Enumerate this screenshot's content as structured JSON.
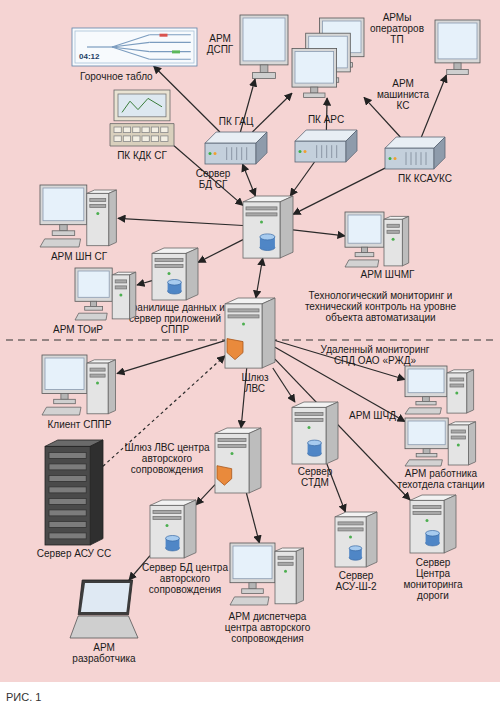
{
  "diagram": {
    "caption": "РИС. 1",
    "nodes": [
      {
        "text": [
          "Горочное табло",
          "04:12"
        ]
      },
      {
        "text": [
          "АРМ ДСПГ"
        ]
      },
      {
        "text": [
          "АРМы операторов ТП"
        ]
      },
      {
        "text": [
          "АРМ машиниста КС"
        ]
      },
      {
        "text": [
          "ПК КДК СГ"
        ]
      },
      {
        "text": [
          "ПК ГАЦ"
        ]
      },
      {
        "text": [
          "ПК АРС"
        ]
      },
      {
        "text": [
          "ПК КСАУКС"
        ]
      },
      {
        "text": [
          "Сервер БД СГ"
        ]
      },
      {
        "text": [
          "АРМ ШН СГ"
        ]
      },
      {
        "text": [
          "АРМ ШЧМГ"
        ]
      },
      {
        "text": [
          "Хранилище данных и сервер приложений СППР"
        ]
      },
      {
        "text": [
          "АРМ ТОиР"
        ]
      },
      {
        "text": [
          "Шлюз ЛВС"
        ]
      },
      {
        "text": [
          "Клиент СППР"
        ]
      },
      {
        "text": [
          "АРМ ШЧД"
        ]
      },
      {
        "text": [
          "АРМ работника техотдела станции"
        ]
      },
      {
        "text": [
          "Сервер АСУ СС"
        ]
      },
      {
        "text": [
          "Шлюз ЛВС центра авторского сопровождения"
        ]
      },
      {
        "text": [
          "Сервер СТДМ"
        ]
      },
      {
        "text": [
          "Сервер БД центра авторского сопровождения"
        ]
      },
      {
        "text": [
          "Сервер АСУ-Ш-2"
        ]
      },
      {
        "text": [
          "Сервер Центра мониторинга дороги"
        ]
      },
      {
        "text": [
          "АРМ диспетчера центра авторского сопровождения"
        ]
      },
      {
        "text": [
          "АРМ разработчика"
        ]
      }
    ],
    "edges": [
      {
        "from": 5,
        "to": 0,
        "arrow": "to"
      },
      {
        "from": 5,
        "to": 1,
        "arrow": "to"
      },
      {
        "from": 5,
        "to": 2,
        "arrow": "to"
      },
      {
        "from": 6,
        "to": 2,
        "arrow": "to"
      },
      {
        "from": 7,
        "to": 2,
        "arrow": "to"
      },
      {
        "from": 7,
        "to": 3,
        "arrow": "to"
      },
      {
        "from": 4,
        "to": 8,
        "arrow": "to"
      },
      {
        "from": 5,
        "to": 8,
        "arrow": "both"
      },
      {
        "from": 6,
        "to": 8,
        "arrow": "to"
      },
      {
        "from": 7,
        "to": 8,
        "arrow": "to"
      },
      {
        "from": 8,
        "to": 9,
        "arrow": "to"
      },
      {
        "from": 8,
        "to": 10,
        "arrow": "to"
      },
      {
        "from": 8,
        "to": 11,
        "arrow": "to"
      },
      {
        "from": 8,
        "to": 13,
        "arrow": "both"
      },
      {
        "from": 11,
        "to": 12,
        "arrow": "to"
      },
      {
        "from": 13,
        "to": 14,
        "arrow": "to"
      },
      {
        "from": 17,
        "to": 13,
        "arrow": "to"
      },
      {
        "from": 13,
        "to": 15,
        "arrow": "to"
      },
      {
        "from": 13,
        "to": 16,
        "arrow": "to"
      },
      {
        "from": 13,
        "to": 19,
        "arrow": "to"
      },
      {
        "from": 13,
        "to": 18,
        "arrow": "to"
      },
      {
        "from": 13,
        "to": 22,
        "arrow": "to"
      },
      {
        "from": 19,
        "to": 21,
        "arrow": "to"
      },
      {
        "from": 18,
        "to": 20,
        "arrow": "to"
      },
      {
        "from": 18,
        "to": 23,
        "arrow": "to"
      },
      {
        "from": 20,
        "to": 24,
        "arrow": "to"
      }
    ],
    "labels": [
      "Технологический мониторинг и технический контроль на уровне объекта автоматизации",
      "Удаленный мониторинг СПД ОАО «РЖД»"
    ]
  }
}
